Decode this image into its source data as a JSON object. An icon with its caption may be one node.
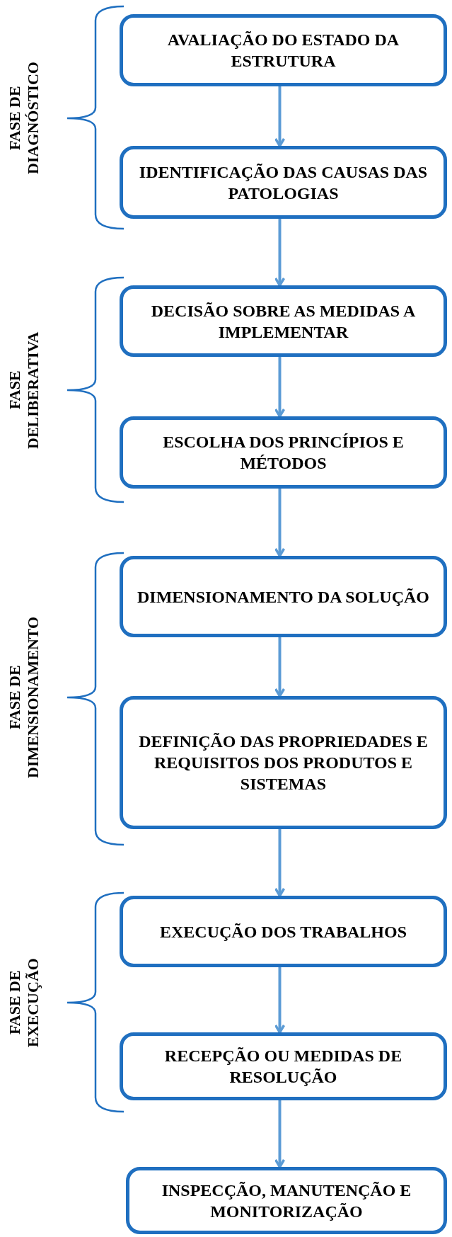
{
  "diagram": {
    "nodes": [
      {
        "text": [
          "AVALIAÇÃO DO ESTADO DA ESTRUTURA"
        ]
      },
      {
        "text": [
          "IDENTIFICAÇÃO DAS CAUSAS DAS PATOLOGIAS"
        ]
      },
      {
        "text": [
          "DECISÃO SOBRE AS MEDIDAS A IMPLEMENTAR"
        ]
      },
      {
        "text": [
          "ESCOLHA DOS PRINCÍPIOS E MÉTODOS"
        ]
      },
      {
        "text": [
          "DIMENSIONAMENTO DA SOLUÇÃO"
        ]
      },
      {
        "text": [
          "DEFINIÇÃO DAS PROPRIEDADES E REQUISITOS DOS PRODUTOS E SISTEMAS"
        ]
      },
      {
        "text": [
          "EXECUÇÃO DOS TRABALHOS"
        ]
      },
      {
        "text": [
          "RECEPÇÃO OU MEDIDAS DE RESOLUÇÃO"
        ]
      },
      {
        "text": [
          "INSPECÇÃO, MANUTENÇÃO E MONITORIZAÇÃO"
        ]
      }
    ],
    "edges": [
      {
        "from": 0,
        "to": 1,
        "arrow": "to"
      },
      {
        "from": 1,
        "to": 2,
        "arrow": "to"
      },
      {
        "from": 2,
        "to": 3,
        "arrow": "to"
      },
      {
        "from": 3,
        "to": 4,
        "arrow": "to"
      },
      {
        "from": 4,
        "to": 5,
        "arrow": "to"
      },
      {
        "from": 5,
        "to": 6,
        "arrow": "to"
      },
      {
        "from": 6,
        "to": 7,
        "arrow": "to"
      },
      {
        "from": 7,
        "to": 8,
        "arrow": "to"
      }
    ],
    "labels": [
      "FASE DE DIAGNÓSTICO",
      "FASE DELIBERATIVA",
      "FASE DE DIMENSIONAMENTO",
      "FASE DE EXECUÇÃO"
    ]
  }
}
